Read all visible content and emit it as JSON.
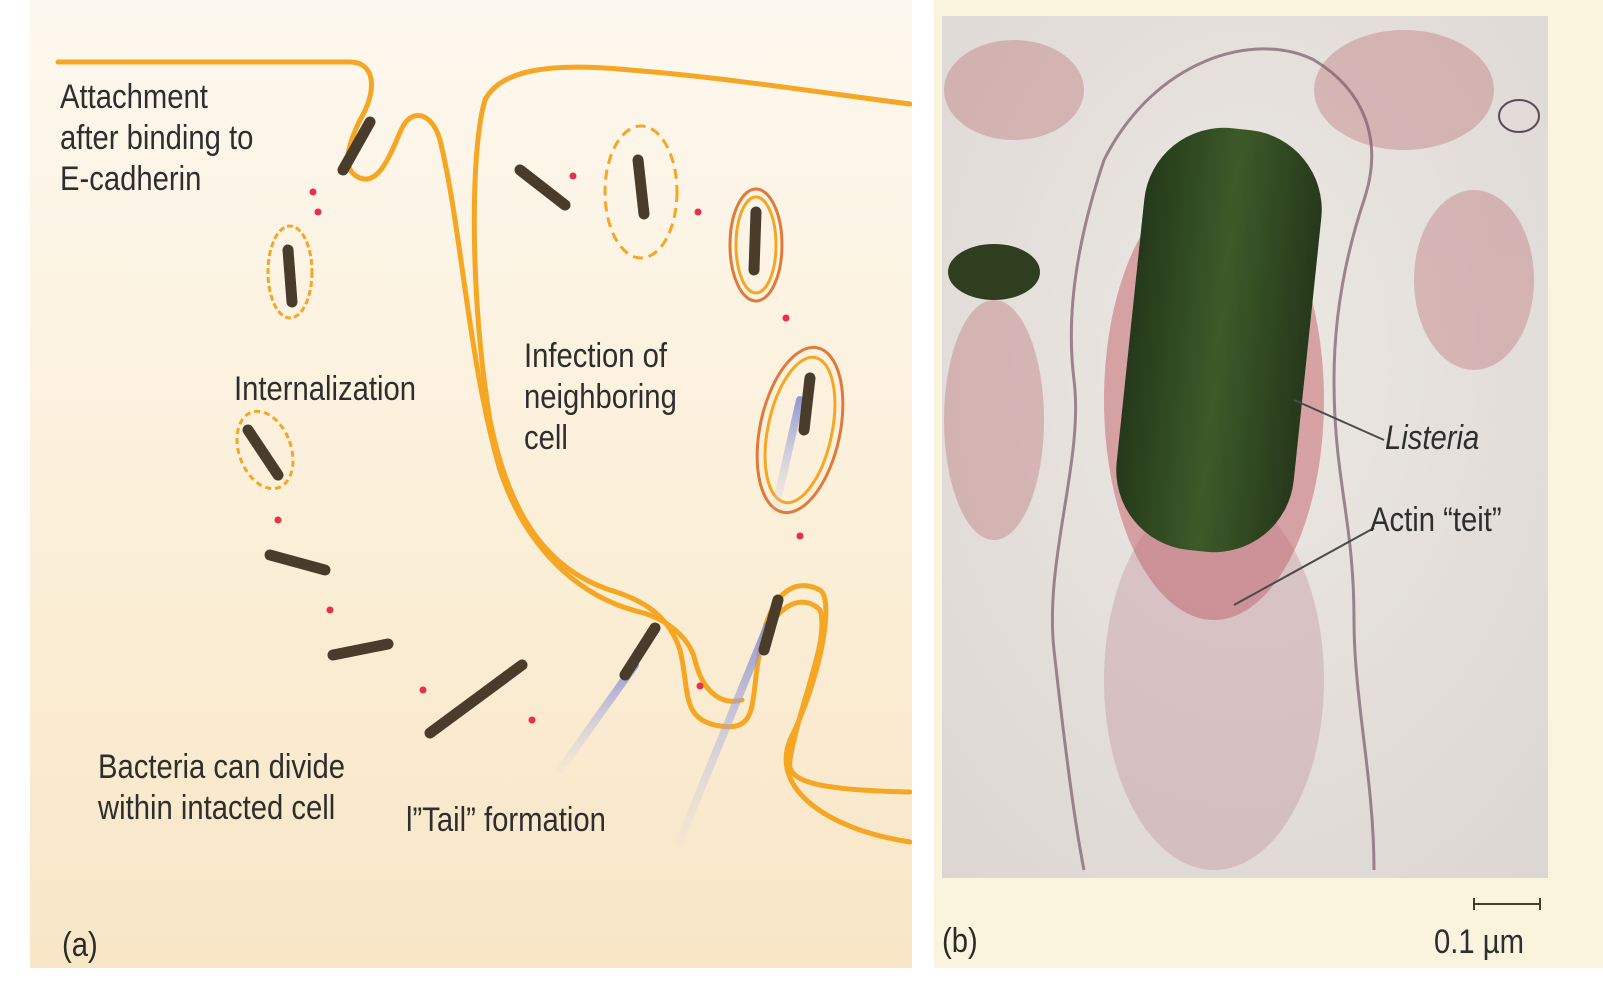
{
  "panel_a": {
    "letter": "(a)",
    "labels": {
      "attachment": "Attachment\nafter binding to\nE-cadherin",
      "internalization": "Internalization",
      "infection": "Infection of\nneighboring\ncell",
      "divide": "Bacteria can divide\nwithin intacted cell",
      "tail": "l”Tail” formation"
    }
  },
  "panel_b": {
    "letter": "(b)",
    "labels": {
      "listeria": "Listeria",
      "actin": "Actin “teit”",
      "scale": "0.1 µm"
    }
  },
  "colors": {
    "membrane": "#f5a623",
    "bacterium": "#4a3c2a",
    "actin_dot": "#e8304a",
    "tail": "#9aa0d8",
    "micrograph_bg": "#e9e6e2",
    "bacterium_em": "#2f4a1e"
  }
}
